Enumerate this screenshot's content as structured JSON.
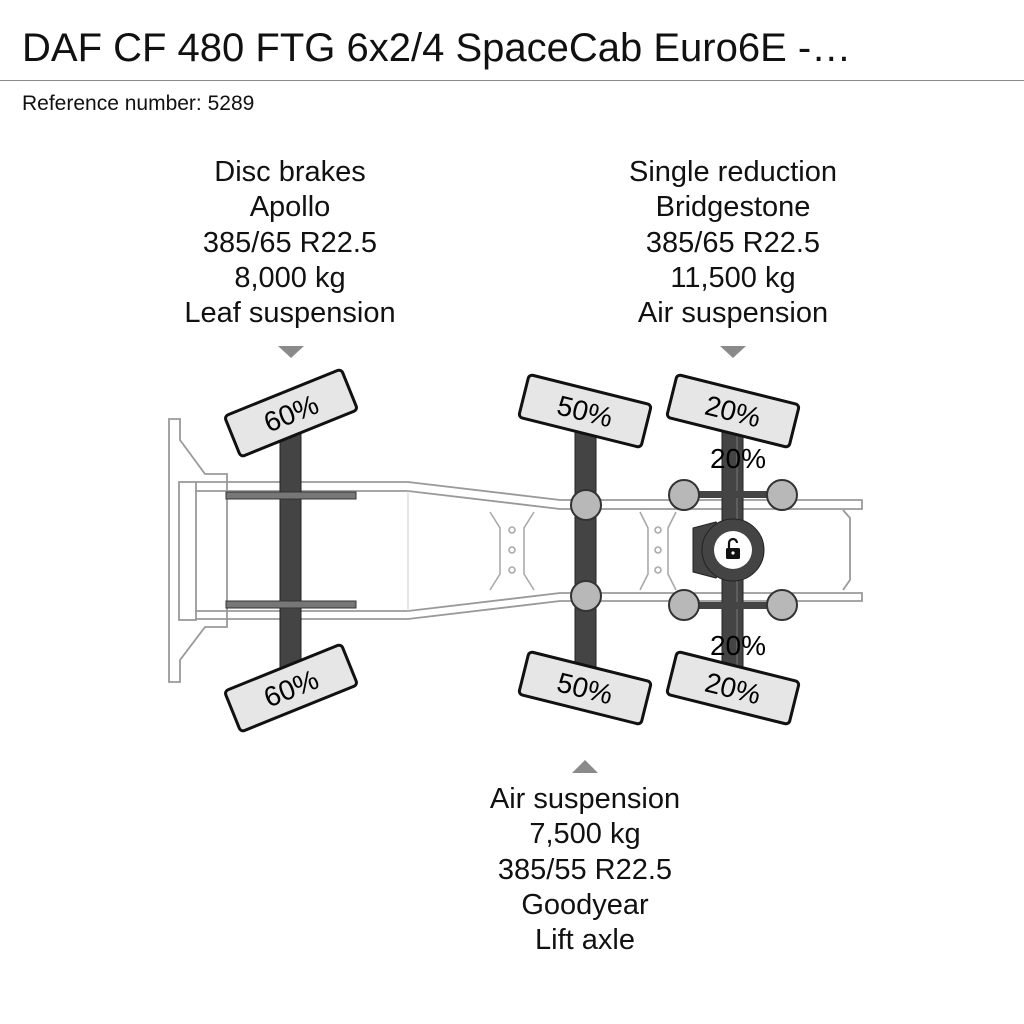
{
  "header": {
    "title": "DAF CF 480 FTG 6x2/4 SpaceCab Euro6E -…",
    "reference": "Reference number: 5289"
  },
  "axles": {
    "front": {
      "specs": [
        "Disc brakes",
        "Apollo",
        "385/65 R22.5",
        "8,000 kg",
        "Leaf suspension"
      ],
      "tire_top": "60%",
      "tire_bottom": "60%"
    },
    "lift": {
      "specs": [
        "Air suspension",
        "7,500 kg",
        "385/55 R22.5",
        "Goodyear",
        "Lift axle"
      ],
      "tire_top": "50%",
      "tire_bottom": "50%"
    },
    "rear": {
      "specs": [
        "Single reduction",
        "Bridgestone",
        "385/65 R22.5",
        "11,500 kg",
        "Air suspension"
      ],
      "tire_top_outer": "20%",
      "tire_top_inner": "20%",
      "tire_bottom_inner": "20%",
      "tire_bottom_outer": "20%"
    }
  },
  "icons": {
    "differential": "lock-icon"
  },
  "colors": {
    "tire_fill": "#e6e6e6",
    "axle": "#444444",
    "hub": "#b8b8b8",
    "chassis_stroke": "#999999"
  }
}
